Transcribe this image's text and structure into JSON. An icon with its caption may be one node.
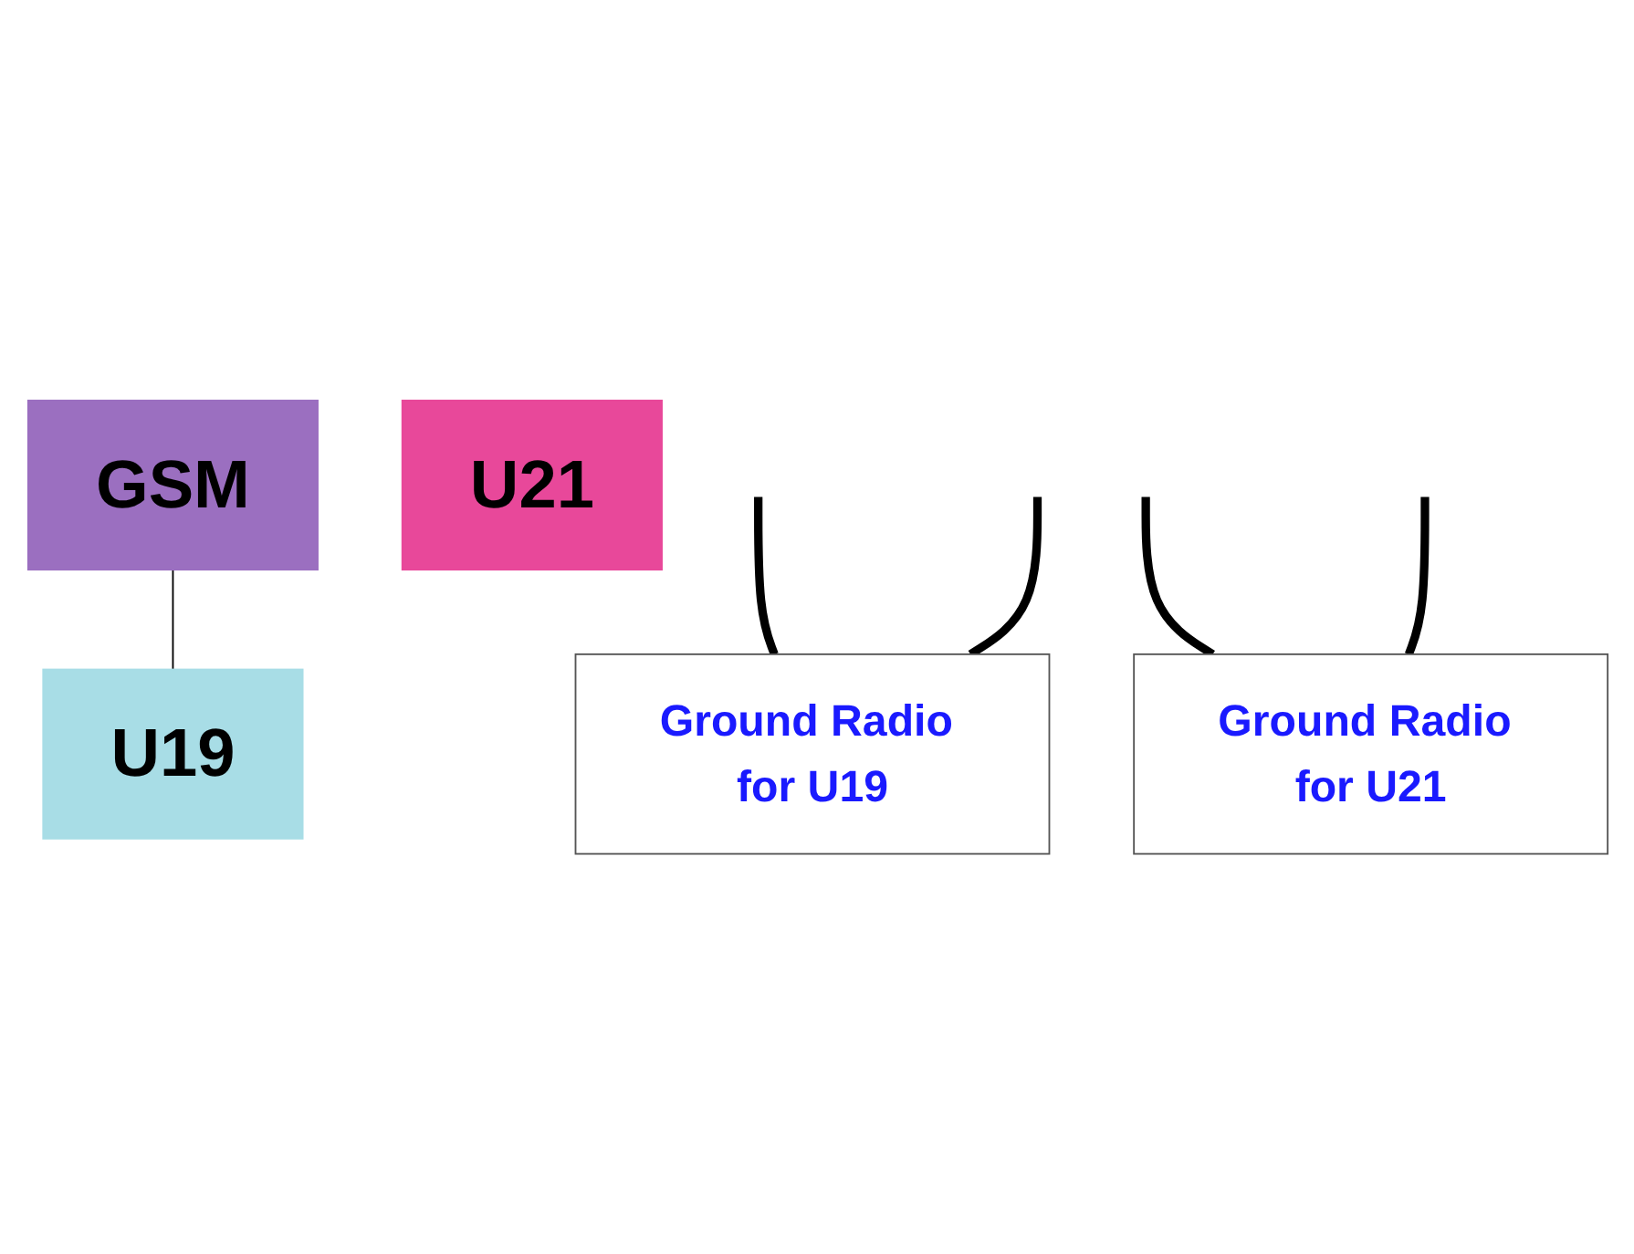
{
  "diagram": {
    "nodes": [
      {
        "text": [
          "GSM"
        ]
      },
      {
        "text": [
          "U19"
        ]
      },
      {
        "text": [
          "U21"
        ]
      },
      {
        "text": [
          "Ground Radio for U19"
        ]
      },
      {
        "text": [
          "Ground Radio for U21"
        ]
      }
    ],
    "edges": [
      {
        "from": 0,
        "to": 1,
        "arrow": "none"
      },
      {
        "from": null,
        "to": 3,
        "arrow": "none"
      },
      {
        "from": null,
        "to": 3,
        "arrow": "none"
      },
      {
        "from": null,
        "to": 4,
        "arrow": "none"
      },
      {
        "from": null,
        "to": 4,
        "arrow": "none"
      }
    ]
  }
}
